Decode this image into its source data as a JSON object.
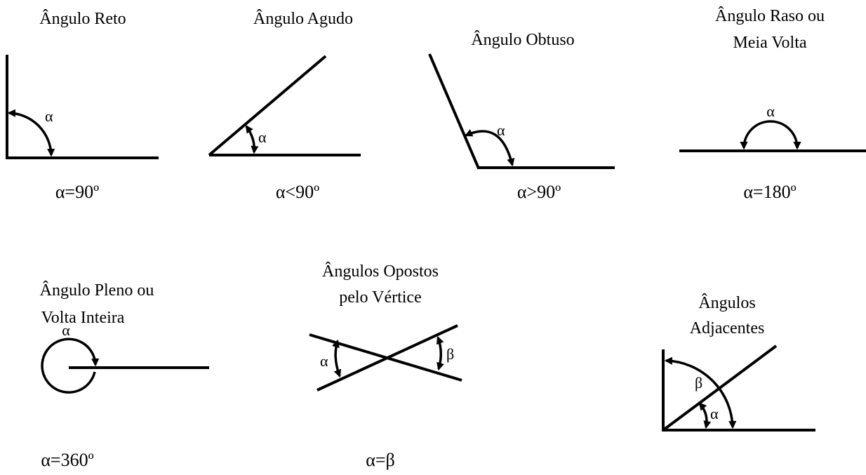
{
  "panels": {
    "reto": {
      "title": [
        "Ângulo Reto"
      ],
      "alpha": "α",
      "formula": "α=90º"
    },
    "agudo": {
      "title": [
        "Ângulo Agudo"
      ],
      "alpha": "α",
      "formula": "α<90º"
    },
    "obtuso": {
      "title": [
        "Ângulo Obtuso"
      ],
      "alpha": "α",
      "formula": "α>90º"
    },
    "raso": {
      "title": [
        "Ângulo Raso ou",
        "Meia Volta"
      ],
      "alpha": "α",
      "formula": "α=180º"
    },
    "pleno": {
      "title": [
        "Ângulo Pleno ou",
        "Volta Inteira"
      ],
      "alpha": "α",
      "formula": "α=360º"
    },
    "opostos": {
      "title": [
        "Ângulos Opostos",
        "pelo Vértice"
      ],
      "alpha": "α",
      "beta": "β",
      "formula": "α=β"
    },
    "adjacentes": {
      "title": [
        "Ângulos",
        "Adjacentes"
      ],
      "alpha": "α",
      "beta": "β"
    }
  }
}
